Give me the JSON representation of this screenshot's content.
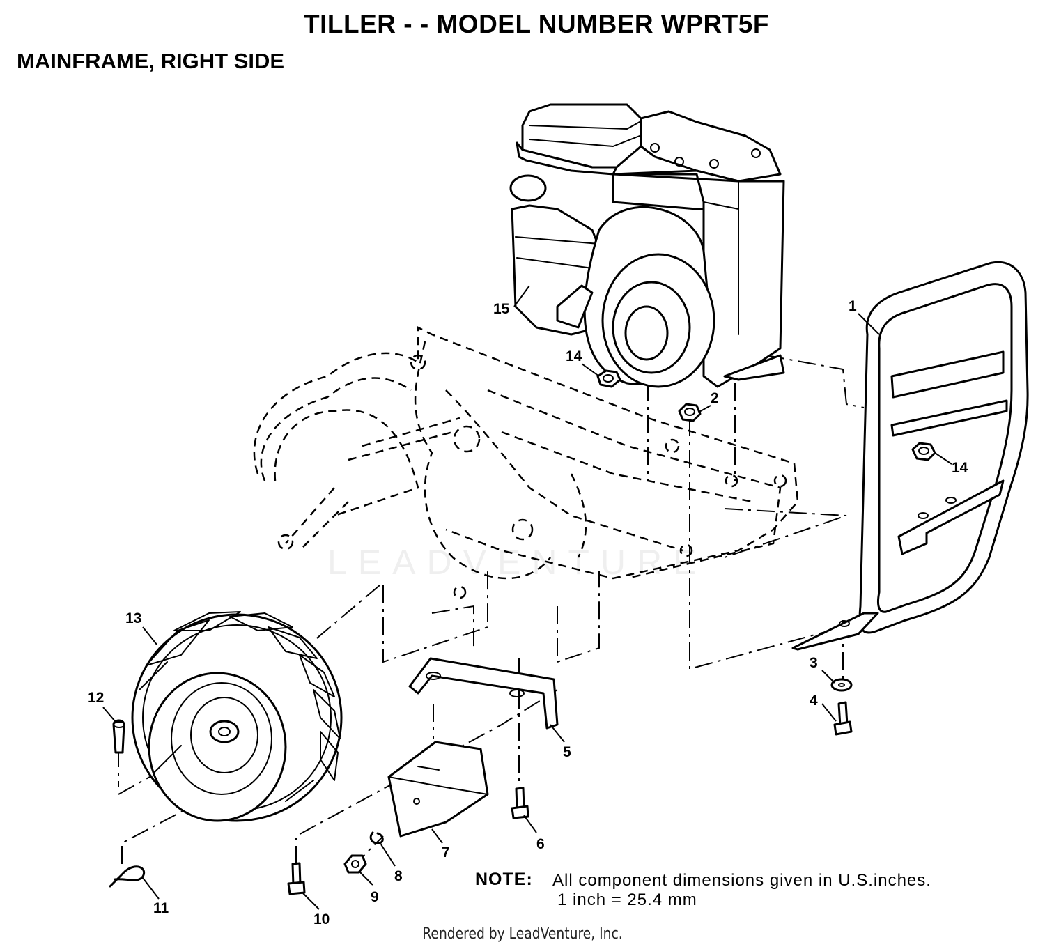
{
  "header": {
    "title": "TILLER - - MODEL NUMBER WPRT5F",
    "subtitle": "MAINFRAME, RIGHT SIDE"
  },
  "callouts": {
    "c1": "1",
    "c2": "2",
    "c3": "3",
    "c4": "4",
    "c5": "5",
    "c6": "6",
    "c7": "7",
    "c8": "8",
    "c9": "9",
    "c10": "10",
    "c11": "11",
    "c12": "12",
    "c13": "13",
    "c14a": "14",
    "c14b": "14",
    "c15": "15"
  },
  "note": {
    "label": "NOTE:",
    "line1": "All component dimensions given in U.S.inches.",
    "line2": "1 inch = 25.4 mm"
  },
  "watermark": "LEADVENTURE",
  "footer": "Rendered by LeadVenture, Inc."
}
